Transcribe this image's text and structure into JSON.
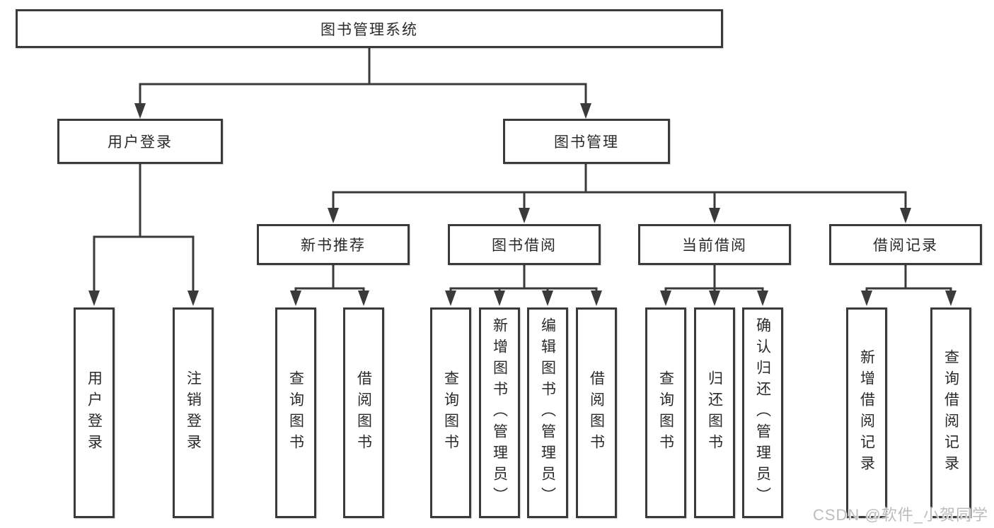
{
  "diagram": {
    "root": {
      "label": "图书管理系统"
    },
    "branches": [
      {
        "label": "用户登录",
        "children": [
          "用户登录",
          "注销登录"
        ]
      },
      {
        "label": "图书管理",
        "children": [
          {
            "label": "新书推荐",
            "children": [
              "查询图书",
              "借阅图书"
            ]
          },
          {
            "label": "图书借阅",
            "children": [
              "查询图书",
              "新增图书（管理员）",
              "编辑图书（管理员）",
              "借阅图书"
            ]
          },
          {
            "label": "当前借阅",
            "children": [
              "查询图书",
              "归还图书",
              "确认归还（管理员）"
            ]
          },
          {
            "label": "借阅记录",
            "children": [
              "新增借阅记录",
              "查询借阅记录"
            ]
          }
        ]
      }
    ],
    "line_color": "#3a3a3a"
  },
  "watermark": {
    "text": "CSDN @软件_小贺同学"
  }
}
